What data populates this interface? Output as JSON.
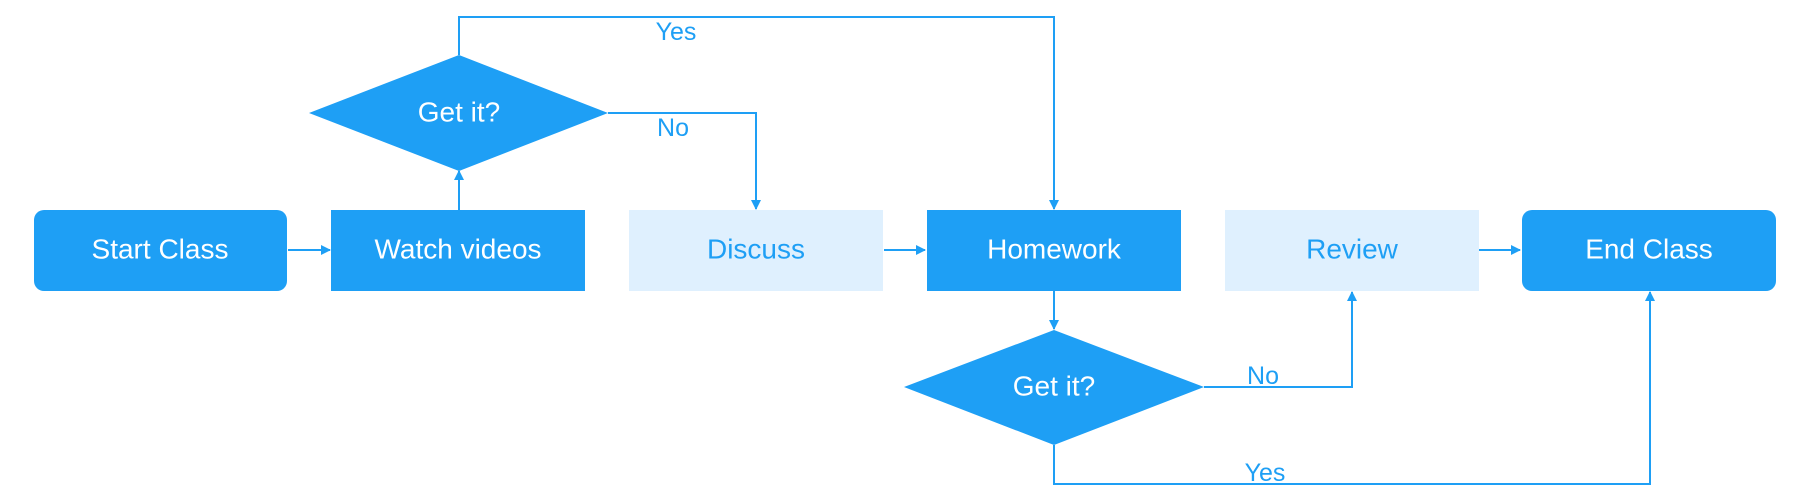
{
  "colors": {
    "primary": "#1e9ff5",
    "light": "#dff0fe",
    "text_on_primary": "#ffffff",
    "text_on_light": "#1e9ff5",
    "line": "#1e9ff5",
    "background": "#ffffff"
  },
  "nodes": {
    "start": {
      "label": "Start Class"
    },
    "watch": {
      "label": "Watch videos"
    },
    "decision1": {
      "label": "Get it?"
    },
    "discuss": {
      "label": "Discuss"
    },
    "homework": {
      "label": "Homework"
    },
    "decision2": {
      "label": "Get it?"
    },
    "review": {
      "label": "Review"
    },
    "end": {
      "label": "End Class"
    }
  },
  "edges": {
    "d1_yes": {
      "label": "Yes"
    },
    "d1_no": {
      "label": "No"
    },
    "d2_no": {
      "label": "No"
    },
    "d2_yes": {
      "label": "Yes"
    }
  }
}
